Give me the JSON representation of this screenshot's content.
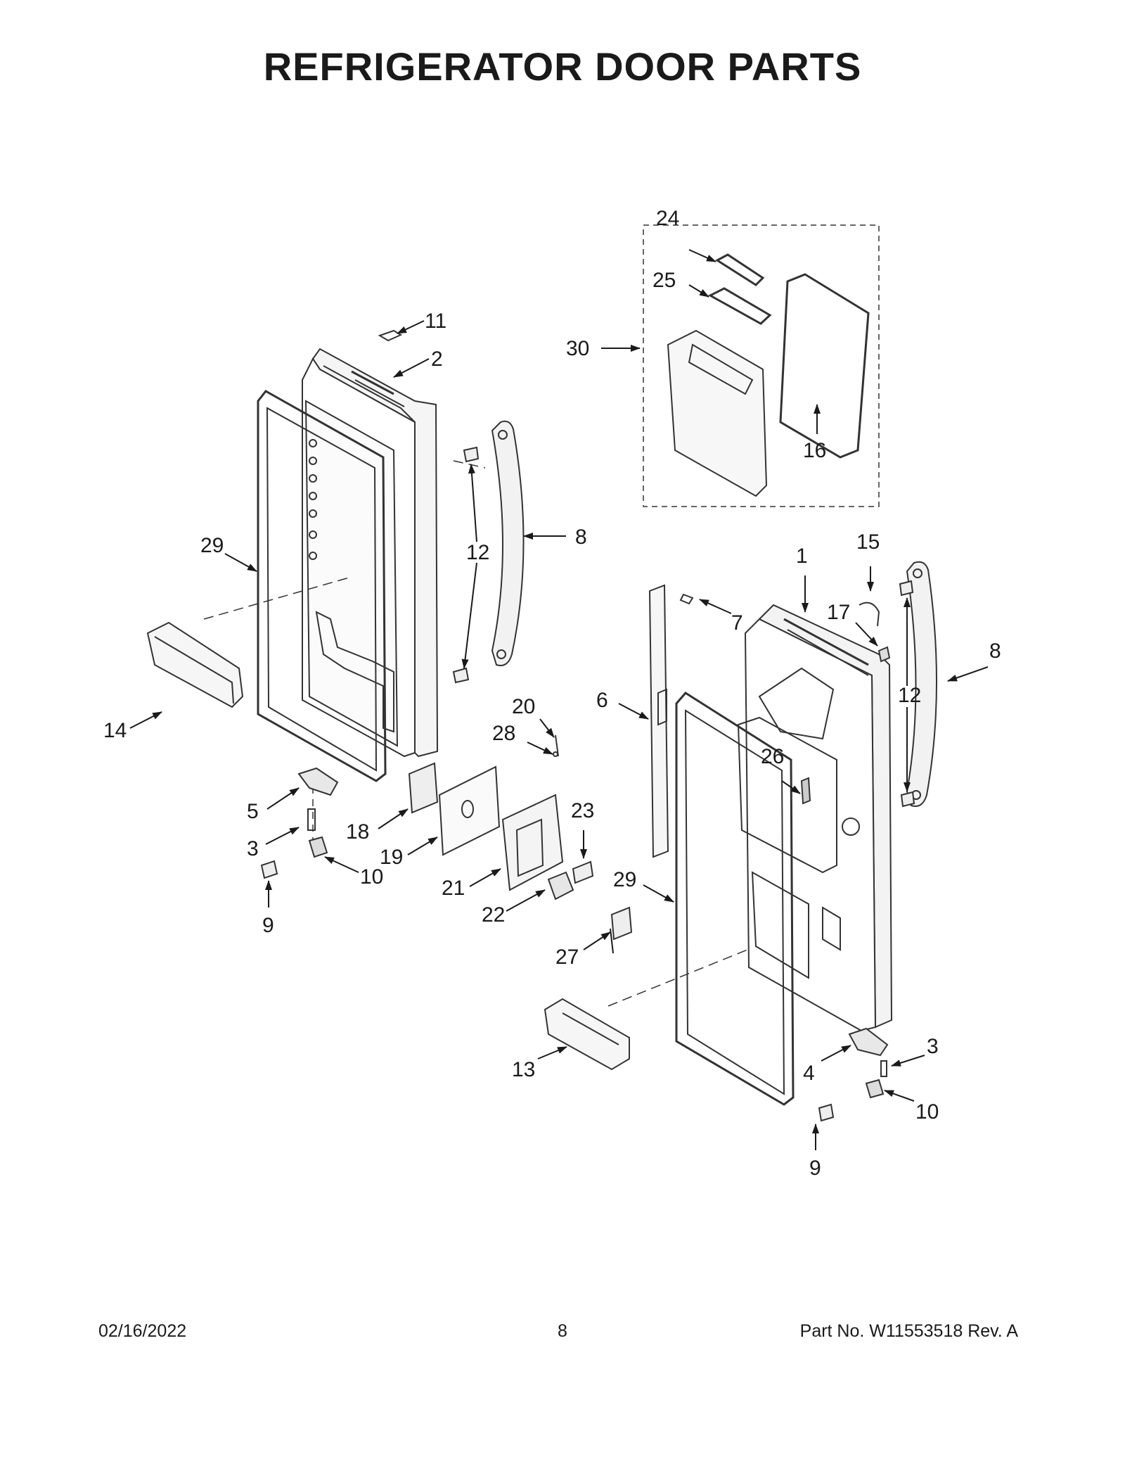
{
  "title": "REFRIGERATOR DOOR PARTS",
  "footer": {
    "date": "02/16/2022",
    "page": "8",
    "part_label": "Part No.  W11553518  Rev.  A"
  },
  "callouts": [
    "11",
    "2",
    "29",
    "12",
    "8",
    "14",
    "5",
    "3",
    "10",
    "9",
    "18",
    "19",
    "20",
    "28",
    "21",
    "22",
    "23",
    "24",
    "25",
    "30",
    "16",
    "1",
    "15",
    "17",
    "7",
    "6",
    "26",
    "27",
    "29",
    "13",
    "4",
    "3",
    "10",
    "9",
    "8",
    "12"
  ]
}
